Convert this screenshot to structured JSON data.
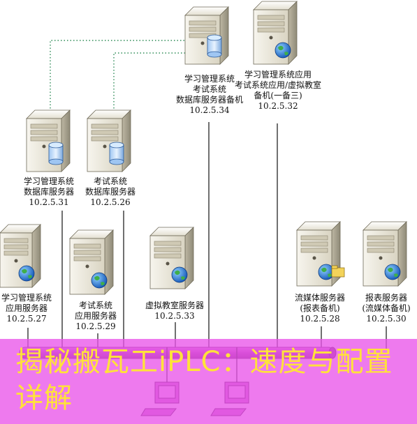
{
  "servers": [
    {
      "id": "learn-db-backup",
      "lines": [
        "学习管理系统",
        "考试系统",
        "数据库服务器备机",
        "10.2.5.34"
      ],
      "badge": "db"
    },
    {
      "id": "exam-app-backup",
      "lines": [
        "学习管理系统应用",
        "考试系统应用/虚拟教室",
        "备机(一备三)",
        "10.2.5.32"
      ],
      "badge": "globe"
    },
    {
      "id": "learn-db",
      "lines": [
        "学习管理系统",
        "数据库服务器",
        "10.2.5.31"
      ],
      "badge": "db"
    },
    {
      "id": "exam-db",
      "lines": [
        "考试系统",
        "数据库服务器",
        "10.2.5.26"
      ],
      "badge": "db"
    },
    {
      "id": "learn-app",
      "lines": [
        "学习管理系统",
        "应用服务器",
        "10.2.5.27"
      ],
      "badge": "globe"
    },
    {
      "id": "exam-app",
      "lines": [
        "考试系统",
        "应用服务器",
        "10.2.5.29"
      ],
      "badge": "globe"
    },
    {
      "id": "virtual-class",
      "lines": [
        "虚拟教室服务器",
        "10.2.5.33"
      ],
      "badge": "globe"
    },
    {
      "id": "media",
      "lines": [
        "流媒体服务器",
        "(报表备机)",
        "10.2.5.28"
      ],
      "badge": "globe-folder"
    },
    {
      "id": "report",
      "lines": [
        "报表服务器",
        "(流媒体备机)",
        "10.2.5.30"
      ],
      "badge": "globe"
    }
  ],
  "overlay": {
    "title": "揭秘搬瓦工iPLC：速度与配置详解"
  },
  "colors": {
    "overlay": "#e954e9",
    "title_text": "#ffe23a",
    "server_body": "#e8e4d6",
    "connector": "#111111",
    "dotted_link": "#2e8b57"
  }
}
